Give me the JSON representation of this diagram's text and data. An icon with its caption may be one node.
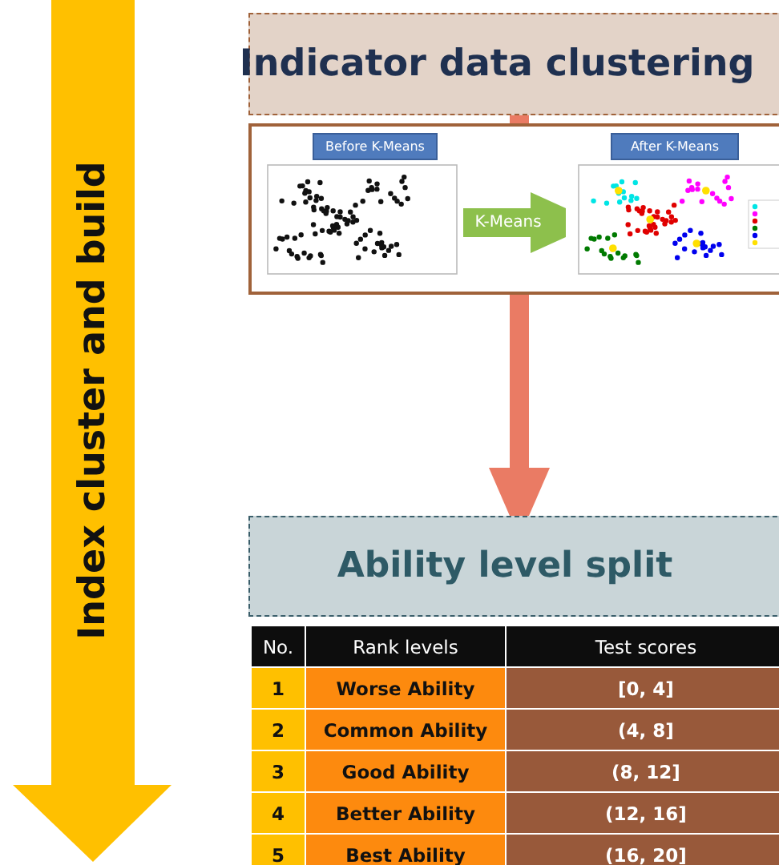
{
  "diagram": {
    "nodes": [
      {
        "text": [
          "Indicator data clustering"
        ]
      },
      {
        "text": [],
        "shape": "box"
      },
      {
        "text": [
          "Before K-Means"
        ],
        "in": 1
      },
      {
        "text": [
          "After K-Means"
        ],
        "in": 1
      },
      {
        "text": [],
        "shape": "picture",
        "in": 1
      },
      {
        "text": [],
        "shape": "picture",
        "in": 1
      },
      {
        "text": [
          "Ability level split"
        ]
      }
    ],
    "edges": [
      {
        "from": 4,
        "to": 5,
        "arrow": "to",
        "label": "K-Means",
        "color": "#8dc04c"
      },
      {
        "from": 0,
        "to": 6,
        "arrow": "to",
        "color": "#ea7b64"
      }
    ],
    "labels": [
      "Index cluster and build",
      "No.",
      "Rank levels",
      "Test scores",
      "1",
      "Worse Ability",
      "[0, 4]",
      "2",
      "Common Ability",
      "(4, 8]",
      "3",
      "Good Ability",
      "(8, 12]",
      "4",
      "Better Ability",
      "(12, 16]",
      "5",
      "Best Ability",
      "(16, 20]"
    ]
  }
}
